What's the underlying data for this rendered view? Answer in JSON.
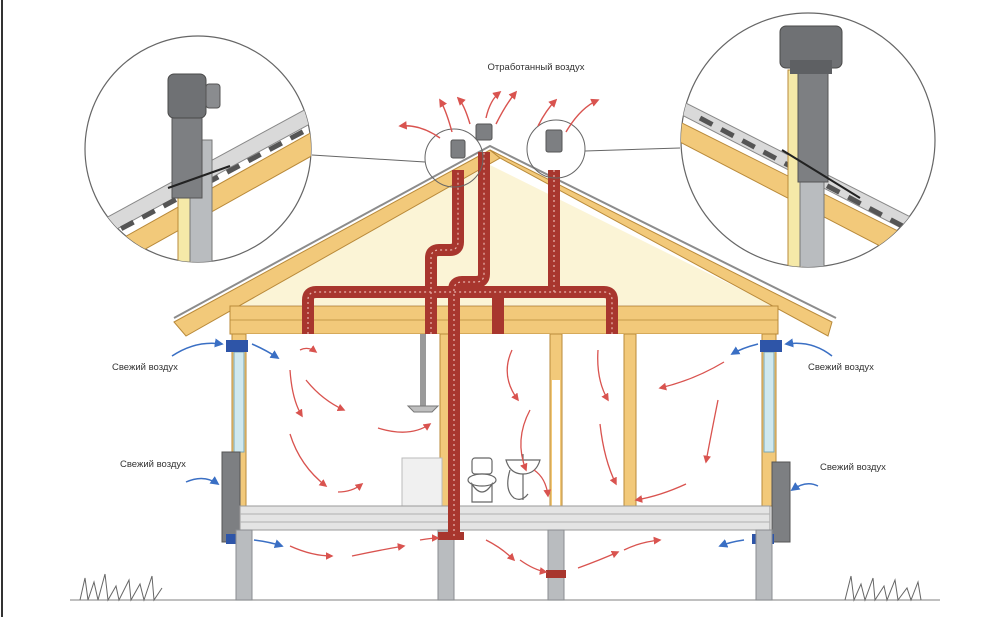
{
  "labels": {
    "exhaust_air": "Отработанный воздух",
    "fresh_air_upper_left": "Свежий воздух",
    "fresh_air_lower_left": "Свежий воздух",
    "fresh_air_upper_right": "Свежий воздух",
    "fresh_air_lower_right": "Свежий воздух"
  },
  "colors": {
    "duct_red": "#a8362e",
    "airflow_arrow": "#d9534f",
    "fresh_arrow": "#3a6fc4",
    "timber": "#f2c97a",
    "timber_edge": "#b98a3a",
    "vent_cap": "#7d7f82",
    "insulation": "#f5e9a8",
    "wall_glass": "#cfe8ef",
    "foundation": "#b9bcbf",
    "roof_board": "#d9d9d9"
  },
  "icons": [
    "roof-vent-cap-icon",
    "toilet-icon",
    "sink-icon",
    "grass-icon",
    "magnifier-circle-icon"
  ]
}
